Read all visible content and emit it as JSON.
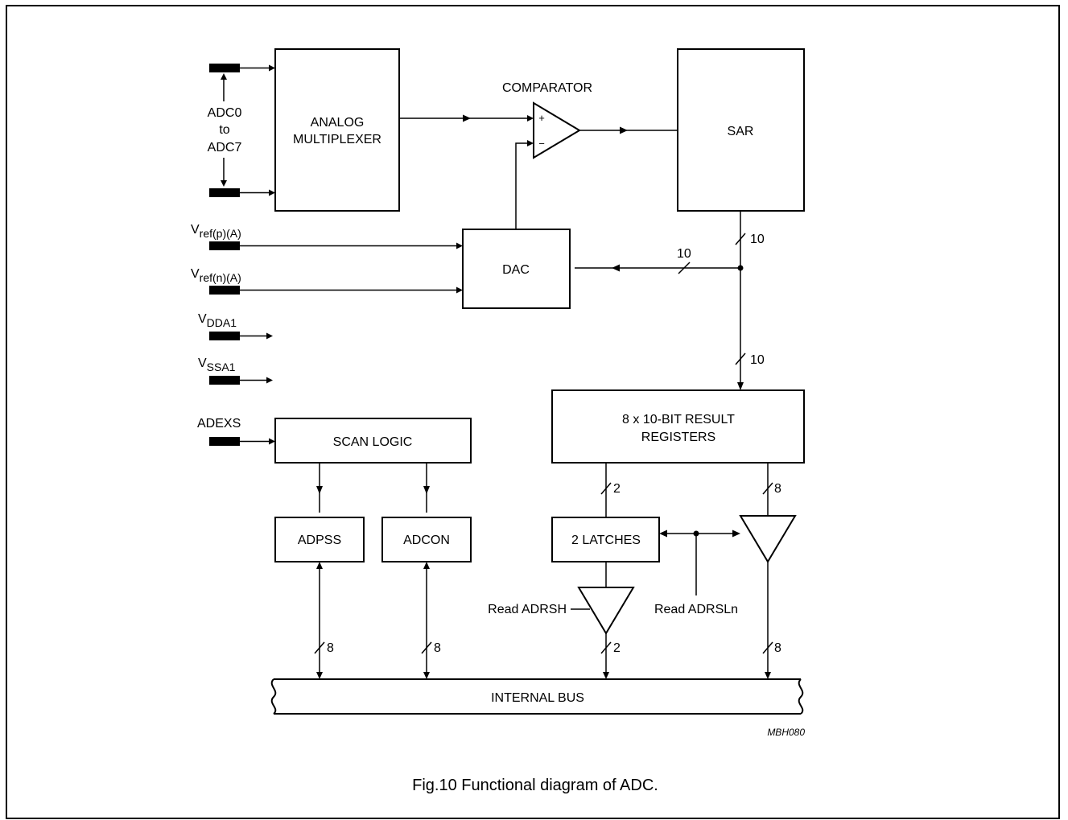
{
  "diagram": {
    "blocks": {
      "analog_mux_line1": "ANALOG",
      "analog_mux_line2": "MULTIPLEXER",
      "comparator": "COMPARATOR",
      "comparator_plus": "+",
      "comparator_minus": "−",
      "sar": "SAR",
      "dac": "DAC",
      "result_line1": "8 x 10-BIT RESULT",
      "result_line2": "REGISTERS",
      "scan_logic": "SCAN LOGIC",
      "adpss": "ADPSS",
      "adcon": "ADCON",
      "latches": "2 LATCHES",
      "internal_bus": "INTERNAL BUS"
    },
    "pins": {
      "adc_range_1": "ADC0",
      "adc_range_2": "to",
      "adc_range_3": "ADC7",
      "vref_p_main": "V",
      "vref_p_sub": "ref(p)(A)",
      "vref_n_main": "V",
      "vref_n_sub": "ref(n)(A)",
      "vdda_main": "V",
      "vdda_sub": "DDA1",
      "vssa_main": "V",
      "vssa_sub": "SSA1",
      "adexs": "ADEXS"
    },
    "signals": {
      "read_adrsh": "Read ADRSH",
      "read_adrsln": "Read ADRSLn"
    },
    "bus_widths": {
      "sar_out": "10",
      "dac_in": "10",
      "result_in": "10",
      "result_to_latches": "2",
      "result_to_buffer": "8",
      "adpss_bus": "8",
      "adcon_bus": "8",
      "adrsh_bus": "2",
      "adrsl_bus": "8"
    },
    "reference_code": "MBH080"
  },
  "caption": "Fig.10  Functional diagram of ADC."
}
